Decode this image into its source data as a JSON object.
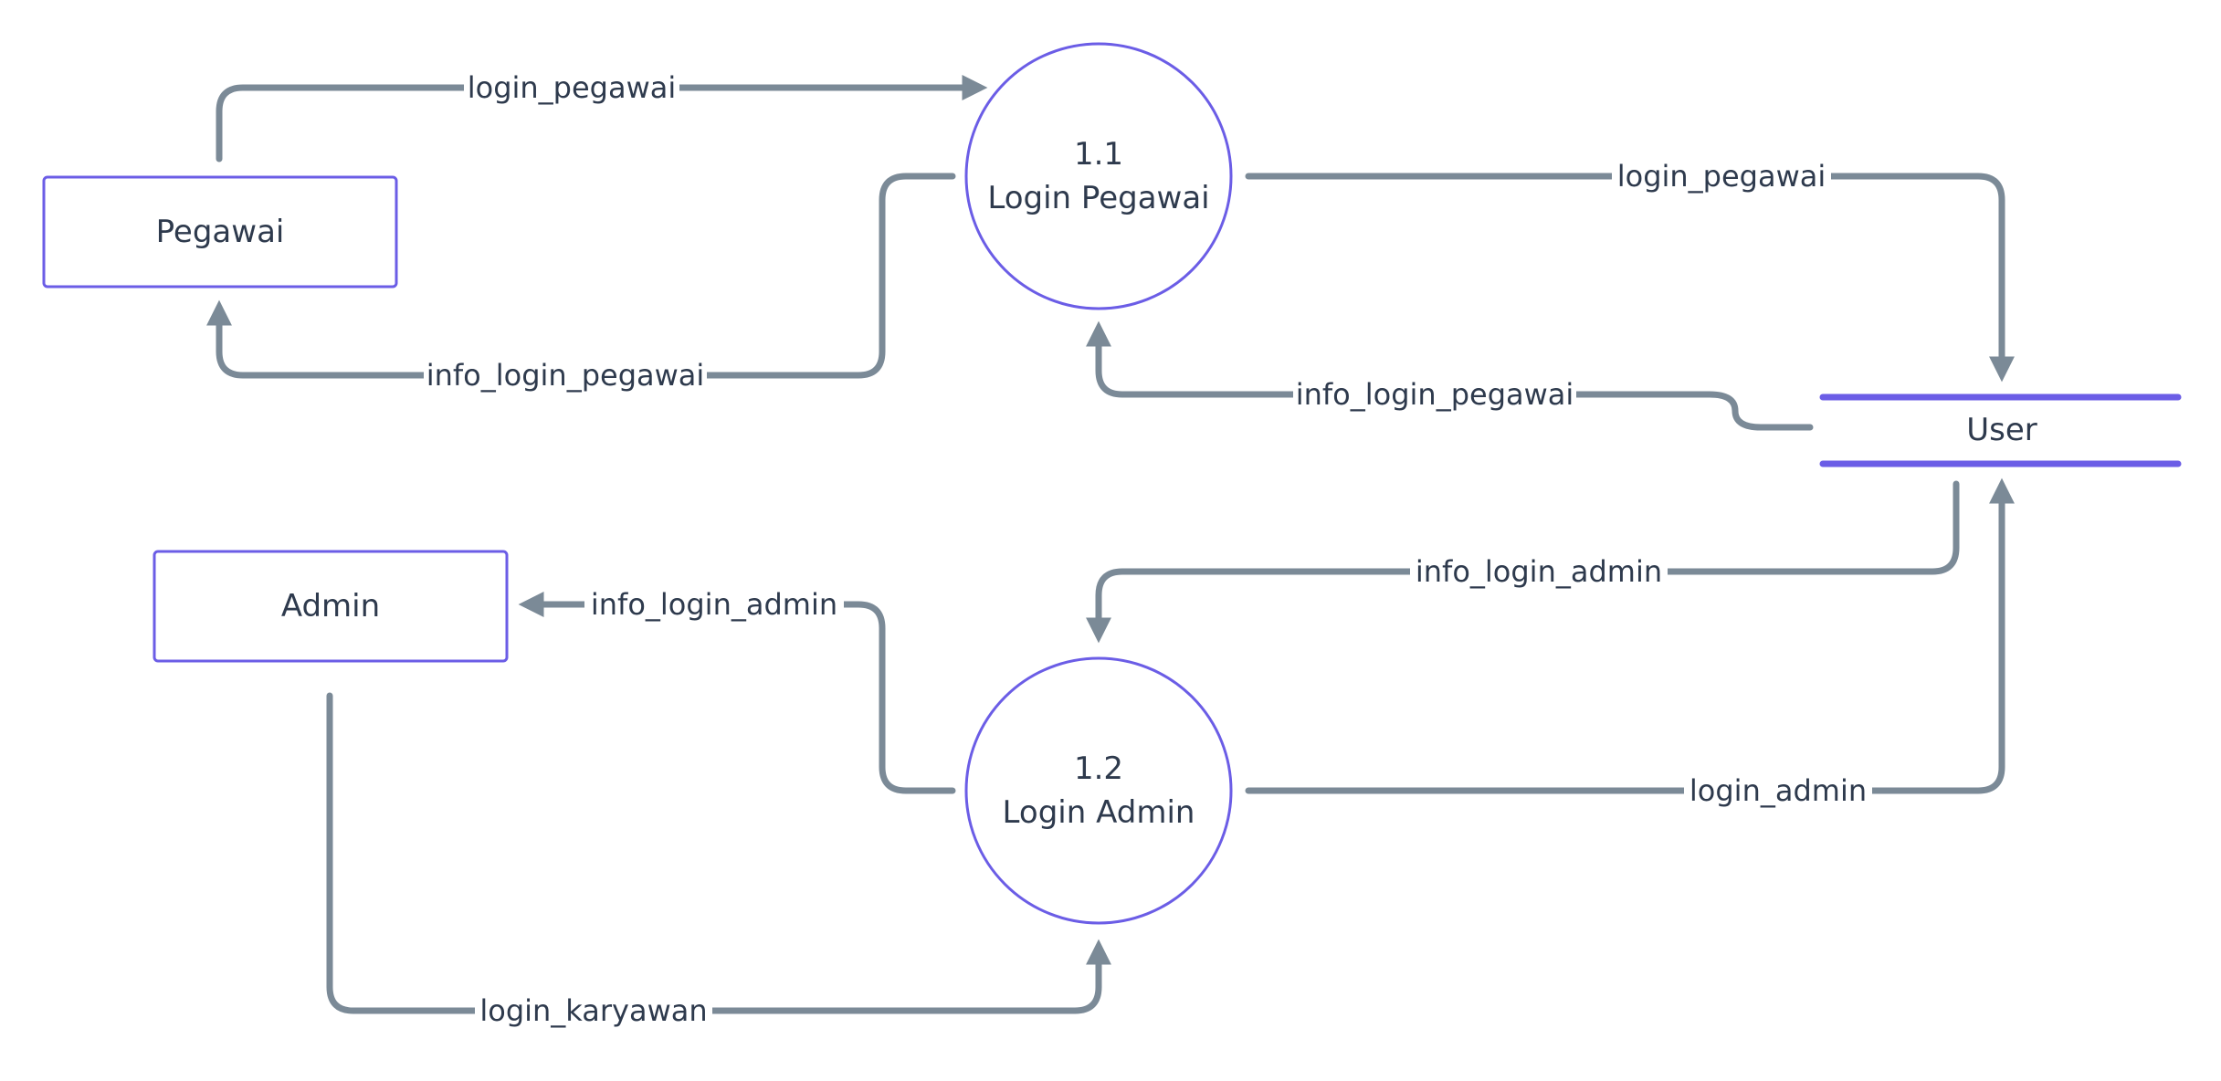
{
  "diagram": {
    "type": "data-flow-diagram",
    "colors": {
      "node_border": "#6b5de6",
      "flow_line": "#7b8a97",
      "text": "#2e3a4d",
      "background": "#ffffff"
    },
    "entities": {
      "pegawai": {
        "label": "Pegawai"
      },
      "admin": {
        "label": "Admin"
      }
    },
    "processes": {
      "p11": {
        "number": "1.1",
        "label": "Login Pegawai"
      },
      "p12": {
        "number": "1.2",
        "label": "Login Admin"
      }
    },
    "data_store": {
      "user": {
        "label": "User"
      }
    },
    "flows": {
      "pegawai_to_p11": {
        "label": "login_pegawai",
        "from": "Pegawai",
        "to": "1.1 Login Pegawai"
      },
      "p11_to_pegawai": {
        "label": "info_login_pegawai",
        "from": "1.1 Login Pegawai",
        "to": "Pegawai"
      },
      "p11_to_user": {
        "label": "login_pegawai",
        "from": "1.1 Login Pegawai",
        "to": "User"
      },
      "user_to_p11": {
        "label": "info_login_pegawai",
        "from": "User",
        "to": "1.1 Login Pegawai"
      },
      "user_to_p12": {
        "label": "info_login_admin",
        "from": "User",
        "to": "1.2 Login Admin"
      },
      "p12_to_admin": {
        "label": "info_login_admin",
        "from": "1.2 Login Admin",
        "to": "Admin"
      },
      "p12_to_user": {
        "label": "login_admin",
        "from": "1.2 Login Admin",
        "to": "User"
      },
      "admin_to_p12": {
        "label": "login_karyawan",
        "from": "Admin",
        "to": "1.2 Login Admin"
      }
    }
  }
}
